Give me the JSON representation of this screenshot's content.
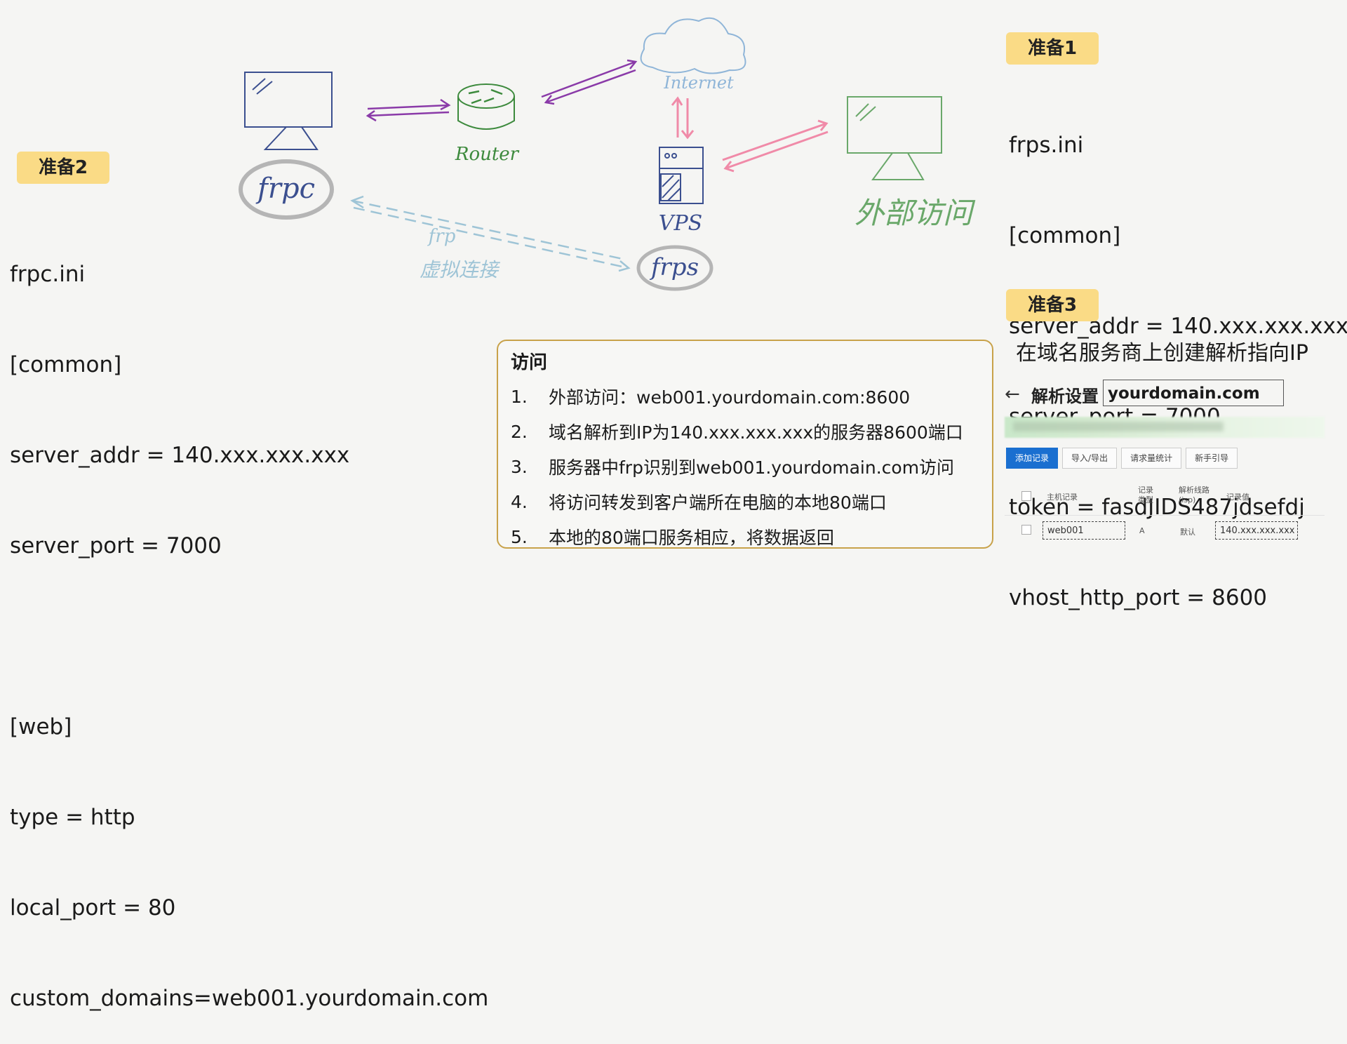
{
  "prep1": {
    "badge": "准备1",
    "lines": [
      "frps.ini",
      "[common]",
      "server_addr = 140.xxx.xxx.xxx",
      "server_port = 7000",
      "token = fasdJIDS487jdsefdj",
      "vhost_http_port = 8600"
    ]
  },
  "prep2": {
    "badge": "准备2",
    "lines": [
      "frpc.ini",
      "[common]",
      "server_addr = 140.xxx.xxx.xxx",
      "server_port = 7000",
      "",
      "[web]",
      "type = http",
      "local_port = 80",
      "custom_domains=web001.yourdomain.com"
    ]
  },
  "prep3": {
    "badge": "准备3",
    "text": "在域名服务商上创建解析指向IP"
  },
  "diagram": {
    "frpc_label": "frpc",
    "router_label": "Router",
    "internet_label": "Internet",
    "vps_label": "VPS",
    "frps_label": "frps",
    "external_label": "外部访问",
    "virtual_label_1": "frp",
    "virtual_label_2": "虚拟连接"
  },
  "visit": {
    "title": "访问",
    "items": [
      {
        "num": "1.",
        "text": "外部访问：web001.yourdomain.com:8600"
      },
      {
        "num": "2.",
        "text": "域名解析到IP为140.xxx.xxx.xxx的服务器8600端口"
      },
      {
        "num": "3.",
        "text": "服务器中frp识别到web001.yourdomain.com访问"
      },
      {
        "num": "4.",
        "text": "将访问转发到客户端所在电脑的本地80端口"
      },
      {
        "num": "5.",
        "text": "本地的80端口服务相应，将数据返回"
      }
    ]
  },
  "dns": {
    "back_icon": "←",
    "title": "解析设置",
    "domain": "yourdomain.com",
    "buttons": [
      "添加记录",
      "导入/导出",
      "请求量统计",
      "新手引导"
    ],
    "headers": [
      "主机记录",
      "记录类型",
      "解析线路(isp)",
      "记录值"
    ],
    "row": {
      "host": "web001",
      "type": "A",
      "line": "默认",
      "value": "140.xxx.xxx.xxx"
    }
  },
  "colors": {
    "badge": "#fadb86",
    "frpc_blue": "#3b4f8f",
    "router_green": "#3d8a3d",
    "internet_blue": "#8fb5d8",
    "purple": "#8a3aa8",
    "pink": "#f08aa8",
    "external_green": "#6aa86a",
    "dashed_blue": "#9ec4d6",
    "gray_circle": "#b5b5b5",
    "visit_border": "#c8a24a",
    "dns_primary": "#1a6fd0"
  }
}
